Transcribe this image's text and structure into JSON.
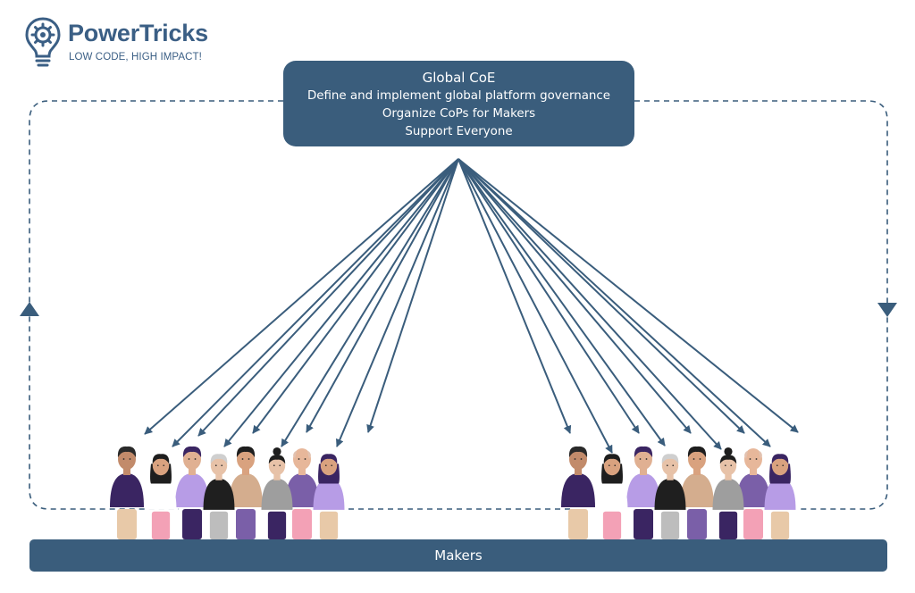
{
  "logo": {
    "icon": "lightbulb-gear-icon",
    "name": "PowerTricks",
    "tagline": "LOW CODE, HIGH IMPACT!",
    "color": "#3b5f85"
  },
  "coe": {
    "title": "Global CoE",
    "lines": [
      "Define and implement global platform governance",
      "Organize CoPs for Makers",
      "Support Everyone"
    ],
    "color": "#3a5d7c"
  },
  "makers": {
    "label": "Makers"
  },
  "connections": {
    "source": "Global CoE",
    "target_groups": 2,
    "arrows_per_group": 9,
    "color": "#3a5d7c"
  },
  "feedback_loop": {
    "style": "dashed",
    "left_arrow": "up",
    "right_arrow": "down"
  },
  "people_groups": [
    {
      "name": "left",
      "people": [
        {
          "skin": "#c28b6b",
          "hair": "#2a2a2a",
          "top": "#3a2562",
          "bottom": "#e8c9a8",
          "style": "short"
        },
        {
          "skin": "#d9a27f",
          "hair": "#1e1e1e",
          "top": "#ffffff",
          "bottom": "#f3a1b6",
          "style": "long"
        },
        {
          "skin": "#e0b092",
          "hair": "#3a2562",
          "top": "#b79ce6",
          "bottom": "#3a2562",
          "style": "short"
        },
        {
          "skin": "#e7c2a8",
          "hair": "#cfcfcf",
          "top": "#1f1f1f",
          "bottom": "#bdbdbd",
          "style": "short"
        },
        {
          "skin": "#d9a27f",
          "hair": "#1e1e1e",
          "top": "#d4ad8e",
          "bottom": "#7a5fa8",
          "style": "short"
        },
        {
          "skin": "#e7c2a8",
          "hair": "#1e1e1e",
          "top": "#9e9e9e",
          "bottom": "#3a2562",
          "style": "bun"
        },
        {
          "skin": "#e7b79a",
          "hair": "#e2c2b0",
          "top": "#7a5fa8",
          "bottom": "#f3a1b6",
          "style": "bald"
        },
        {
          "skin": "#d9a27f",
          "hair": "#3a2562",
          "top": "#b79ce6",
          "bottom": "#e8c9a8",
          "style": "long"
        }
      ]
    },
    {
      "name": "right",
      "people": [
        {
          "skin": "#c28b6b",
          "hair": "#2a2a2a",
          "top": "#3a2562",
          "bottom": "#e8c9a8",
          "style": "short"
        },
        {
          "skin": "#d9a27f",
          "hair": "#1e1e1e",
          "top": "#ffffff",
          "bottom": "#f3a1b6",
          "style": "long"
        },
        {
          "skin": "#e0b092",
          "hair": "#3a2562",
          "top": "#b79ce6",
          "bottom": "#3a2562",
          "style": "short"
        },
        {
          "skin": "#e7c2a8",
          "hair": "#cfcfcf",
          "top": "#1f1f1f",
          "bottom": "#bdbdbd",
          "style": "short"
        },
        {
          "skin": "#d9a27f",
          "hair": "#1e1e1e",
          "top": "#d4ad8e",
          "bottom": "#7a5fa8",
          "style": "short"
        },
        {
          "skin": "#e7c2a8",
          "hair": "#1e1e1e",
          "top": "#9e9e9e",
          "bottom": "#3a2562",
          "style": "bun"
        },
        {
          "skin": "#e7b79a",
          "hair": "#e2c2b0",
          "top": "#7a5fa8",
          "bottom": "#f3a1b6",
          "style": "bald"
        },
        {
          "skin": "#d9a27f",
          "hair": "#3a2562",
          "top": "#b79ce6",
          "bottom": "#e8c9a8",
          "style": "long"
        }
      ]
    }
  ]
}
